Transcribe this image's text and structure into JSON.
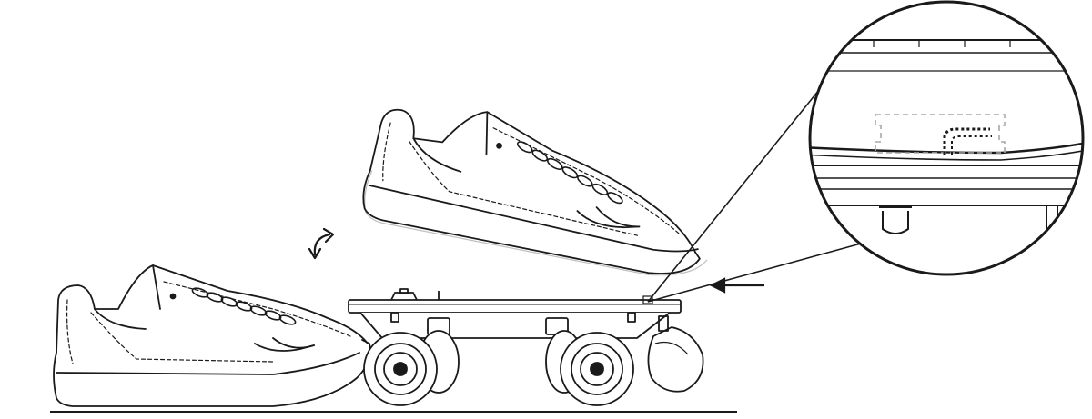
{
  "figure": {
    "kind": "line-art technical illustration",
    "line_color": "#1a1a1a",
    "background": "#ffffff",
    "detail_dash_color": "#a8a8a8",
    "elements": [
      {
        "name": "sneaker-resting",
        "icon": "shoe-icon"
      },
      {
        "name": "sneaker-tilted",
        "icon": "shoe-icon"
      },
      {
        "name": "roller-skate-chassis",
        "icon": "skate-icon"
      },
      {
        "name": "rotate-arrow",
        "icon": "rotate-arrow-icon"
      },
      {
        "name": "push-arrow",
        "icon": "arrow-left-icon"
      },
      {
        "name": "magnified-detail",
        "icon": "magnifier-icon"
      }
    ]
  }
}
